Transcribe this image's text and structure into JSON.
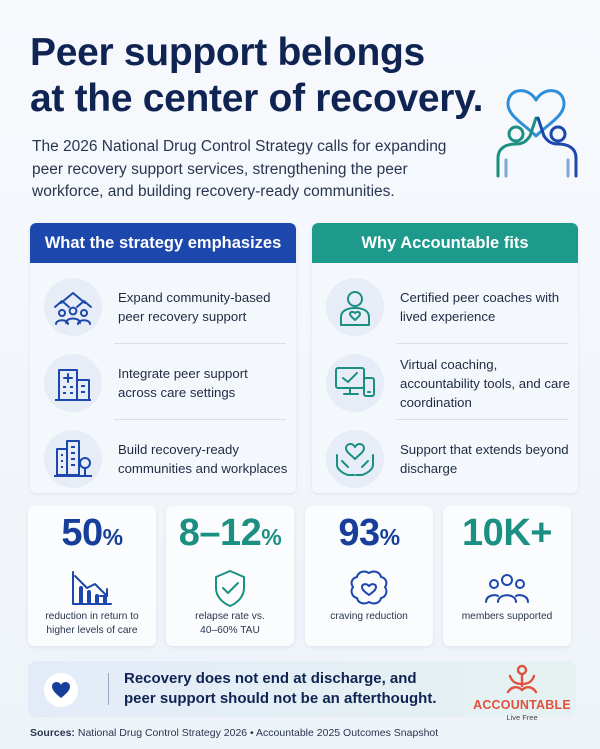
{
  "hero": {
    "title_line1": "Peer support belongs",
    "title_line2": "at the center of recovery.",
    "subtitle": "The 2026 National Drug Control Strategy calls for expanding peer recovery support services, strengthening the peer workforce, and building recovery-ready communities.",
    "icon": "hands-heart-icon"
  },
  "strategy": {
    "heading": "What the strategy emphasizes",
    "color": "#1c47ac",
    "items": [
      {
        "label": "Expand community-based peer recovery support",
        "icon": "community-houses-icon"
      },
      {
        "label": "Integrate peer support across care settings",
        "icon": "hospital-building-icon"
      },
      {
        "label": "Build recovery-ready communities and workplaces",
        "icon": "city-buildings-icon"
      }
    ]
  },
  "fit": {
    "heading": "Why Accountable fits",
    "color": "#1e9a8c",
    "items": [
      {
        "label": "Certified peer coaches with lived experience",
        "icon": "coach-heart-icon"
      },
      {
        "label": "Virtual coaching, accountability tools, and care coordination",
        "icon": "devices-check-icon"
      },
      {
        "label": "Support that extends beyond discharge",
        "icon": "hands-heart-icon"
      }
    ]
  },
  "stats": [
    {
      "value": "50",
      "suffix": "%",
      "caption": "reduction in return to higher levels of care",
      "icon": "chart-down-icon"
    },
    {
      "value": "8–12",
      "suffix": "%",
      "caption": "relapse rate vs. 40–60% TAU",
      "icon": "shield-check-icon"
    },
    {
      "value": "93",
      "suffix": "%",
      "caption": "craving reduction",
      "icon": "brain-heart-icon"
    },
    {
      "value": "10K+",
      "suffix": "",
      "caption": "members supported",
      "icon": "people-group-icon"
    }
  ],
  "banner": {
    "message": "Recovery does not end at discharge, and peer support should not be an afterthought.",
    "icon": "heart-icon"
  },
  "brand": {
    "name": "ACCOUNTABLE",
    "tagline": "Live Free",
    "color": "#e0523f"
  },
  "sources": {
    "label": "Sources:",
    "text": "National Drug Control Strategy 2026  •  Accountable 2025 Outcomes Snapshot"
  }
}
